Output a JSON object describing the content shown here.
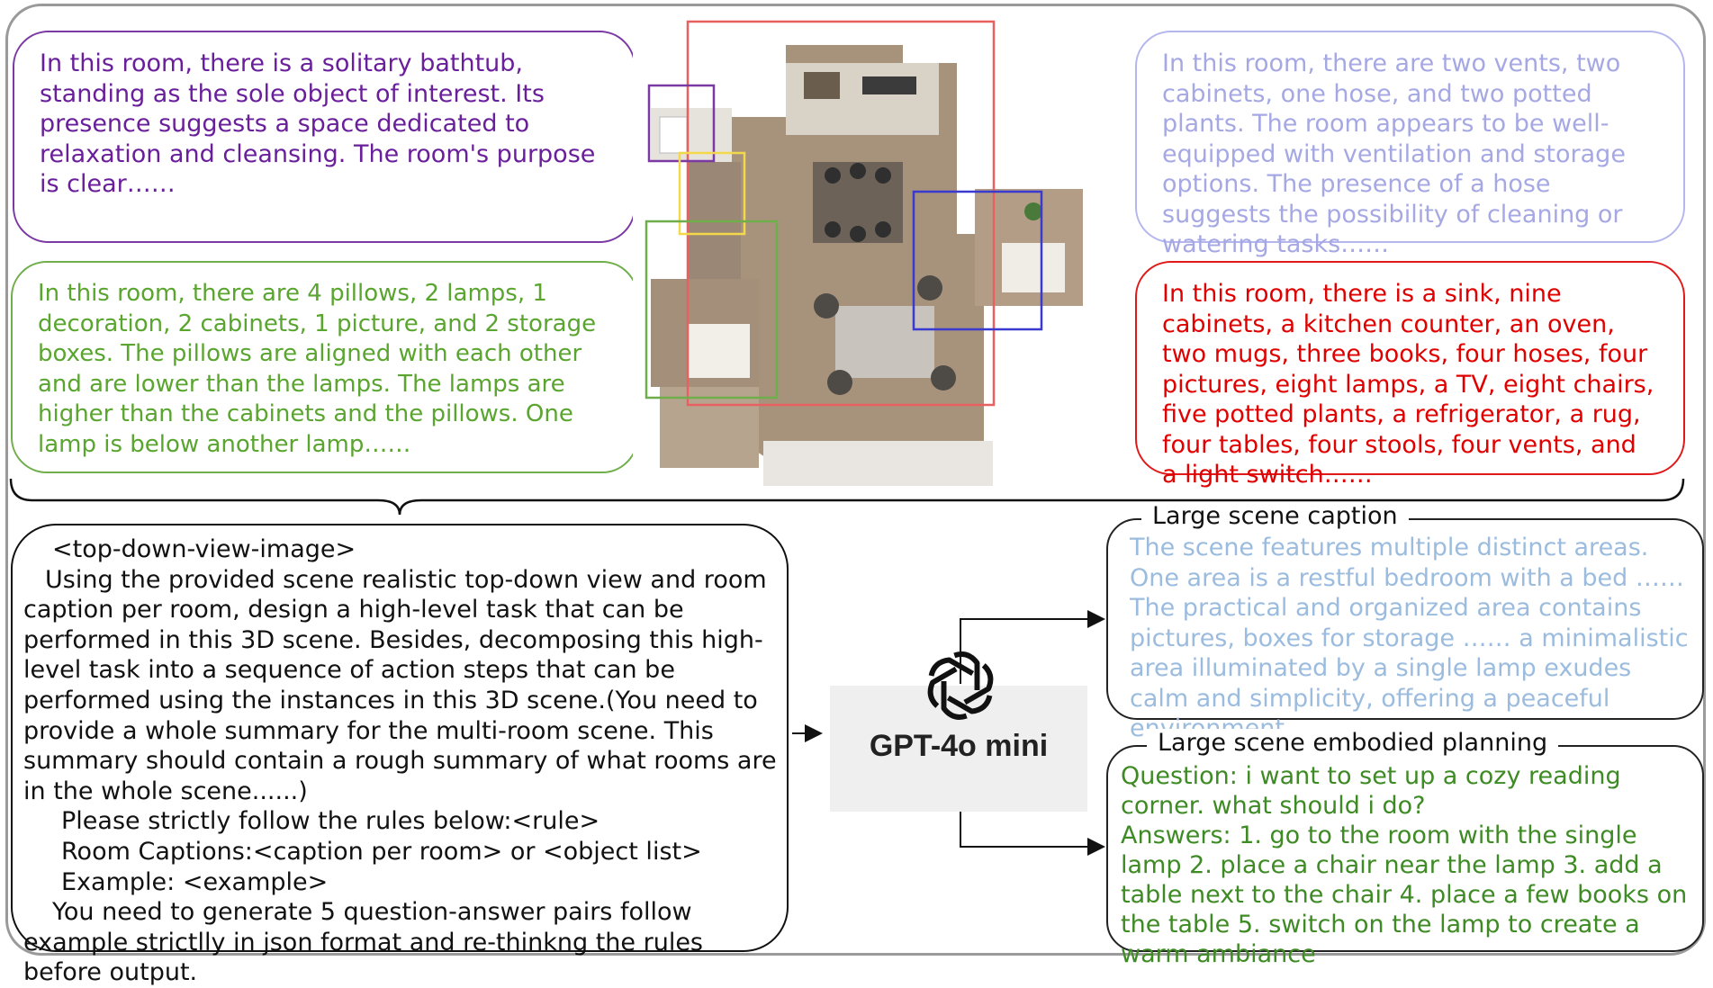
{
  "room_captions": {
    "bathroom": "In this room, there is a solitary bathtub, standing as the sole object of interest. Its presence suggests a space dedicated to relaxation and cleansing. The room's purpose is clear……",
    "bedroom": "In this room, there are 4 pillows, 2 lamps, 1 decoration, 2 cabinets, 1 picture, and 2 storage boxes. The pillows are aligned with each other and are lower than the lamps. The lamps are higher than the cabinets and the pillows. One lamp is below another lamp……",
    "utility": "In this room, there are two vents, two cabinets, one hose, and two potted plants. The room appears to be well-equipped with ventilation and storage options. The presence of a hose suggests the possibility of cleaning or watering tasks……",
    "kitchen": "In this room, there is a sink, nine cabinets, a kitchen counter, an oven, two mugs, three books, four hoses, four pictures, eight lamps, a TV, eight chairs, five potted plants, a refrigerator, a rug, four tables, four stools, four vents, and a light switch……"
  },
  "room_colors": {
    "bathroom": "#7b3aa3",
    "bedroom": "#6fae4a",
    "utility": "#b5b6ee",
    "kitchen": "#e01a1a",
    "whole_scene": "#e86060",
    "hallway": "#f2d84a",
    "second_bedroom": "#3a3ad0"
  },
  "prompt": {
    "line1": "<top-down-view-image>",
    "line2": "Using the provided scene realistic top-down view and room caption per room, design a high-level task that can be performed in this 3D scene. Besides, decomposing this high-level task into a sequence of action steps that can be performed using the instances in this 3D scene.(You need to provide a whole summary for the multi-room scene. This summary should contain a rough summary of what rooms are in the whole scene......)",
    "line3": "Please strictly follow the rules below:<rule>",
    "line4": "Room Captions:<caption per room> or <object list>",
    "line5": "Example: <example>",
    "line6": "You need to generate 5 question-answer pairs follow example strictlly in json format and re-thinkng the rules before output."
  },
  "model": {
    "name": "GPT-4o mini",
    "icon": "openai-logo-icon"
  },
  "outputs": {
    "scene_caption_title": "Large scene caption",
    "scene_caption": "The scene features multiple distinct areas. One area is a restful bedroom with a bed …… The practical and organized area contains pictures, boxes for storage …… a minimalistic area illuminated by a single lamp exudes calm and simplicity, offering a peaceful environment.",
    "planning_title": "Large scene embodied planning",
    "question": "Question: i want to set up a cozy reading corner. what should i do?",
    "answers": "Answers:  1. go to the room with the single lamp 2. place a chair near the lamp 3. add a table next to the chair 4. place a few books on the table 5. switch on the lamp to create a warm ambiance"
  }
}
